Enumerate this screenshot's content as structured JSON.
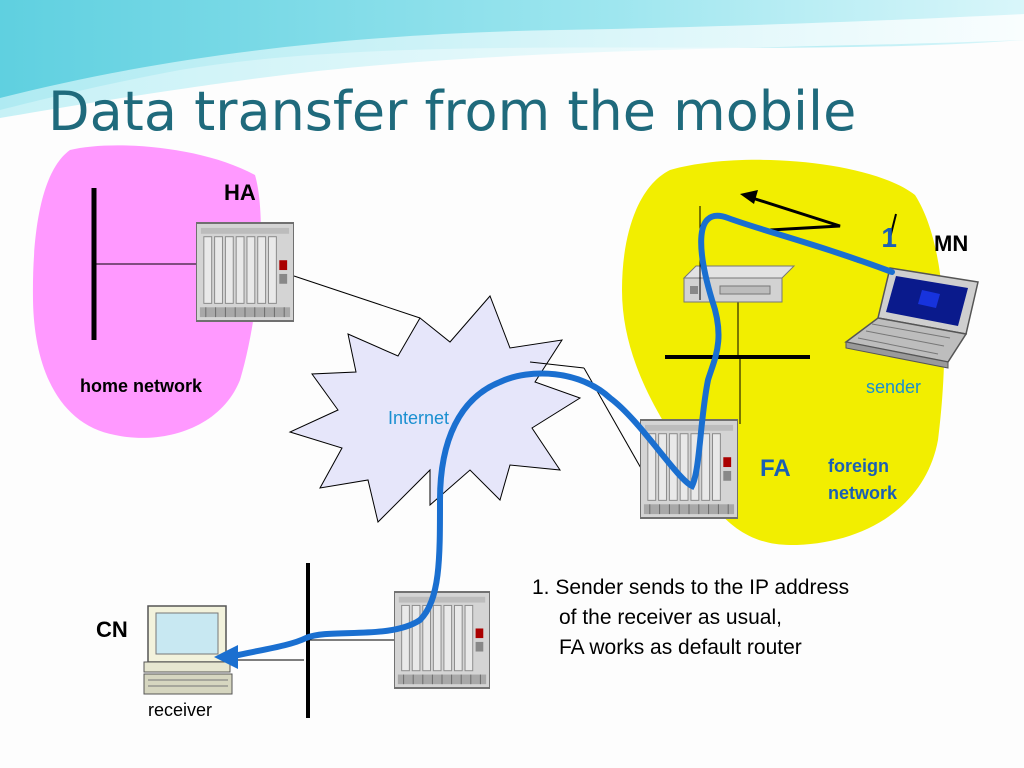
{
  "title": "Data transfer from the mobile",
  "labels": {
    "ha": "HA",
    "mn": "MN",
    "cn": "CN",
    "home_network": "home network",
    "sender": "sender",
    "internet": "Internet",
    "fa": "FA",
    "foreign_network_line1": "foreign",
    "foreign_network_line2": "network",
    "receiver": "receiver",
    "step": "1"
  },
  "note": {
    "line1": "1. Sender sends to the IP address",
    "line2": "of the receiver as usual,",
    "line3": "FA works as default router"
  },
  "colors": {
    "title": "#1f6a7c",
    "home_network_fill": "#ff99ff",
    "foreign_network_fill": "#f2ee00",
    "internet_fill": "#e6e6fa",
    "data_path": "#1a6fd0",
    "accent_text": "#1a5fb4",
    "secondary_text": "#1a8fd0"
  },
  "icons": {
    "home_agent": "router-rack-icon",
    "foreign_agent": "router-rack-icon",
    "cn_router": "router-rack-icon",
    "mobile_node": "laptop-icon",
    "correspondent_node": "desktop-computer-icon",
    "base_station": "wireless-access-point-icon"
  }
}
